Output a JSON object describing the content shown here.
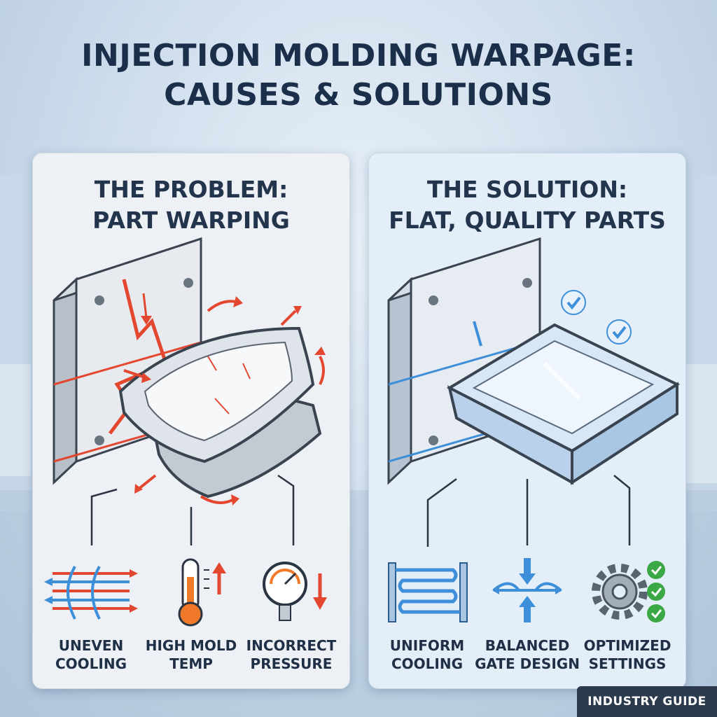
{
  "title": {
    "line1": "INJECTION MOLDING WARPAGE:",
    "line2": "CAUSES & SOLUTIONS"
  },
  "problem_panel": {
    "title_line1": "THE PROBLEM:",
    "title_line2": "PART WARPING",
    "causes": [
      {
        "icon": "crossing-arrows-icon",
        "line1": "UNEVEN",
        "line2": "COOLING"
      },
      {
        "icon": "thermometer-icon",
        "line1": "HIGH MOLD",
        "line2": "TEMP"
      },
      {
        "icon": "pressure-gauge-icon",
        "line1": "INCORRECT",
        "line2": "PRESSURE"
      }
    ]
  },
  "solution_panel": {
    "title_line1": "THE SOLUTION:",
    "title_line2": "FLAT, QUALITY PARTS",
    "solutions": [
      {
        "icon": "cooling-channel-icon",
        "line1": "UNIFORM",
        "line2": "COOLING"
      },
      {
        "icon": "balanced-gate-icon",
        "line1": "BALANCED",
        "line2": "GATE DESIGN"
      },
      {
        "icon": "gear-check-icon",
        "line1": "OPTIMIZED",
        "line2": "SETTINGS"
      }
    ]
  },
  "badge": "INDUSTRY GUIDE",
  "colors": {
    "title": "#1b2f4b",
    "problem_red": "#e4472f",
    "solution_blue": "#3d8fd9",
    "check_green": "#3aa845",
    "badge_bg": "#2c3a4d"
  }
}
